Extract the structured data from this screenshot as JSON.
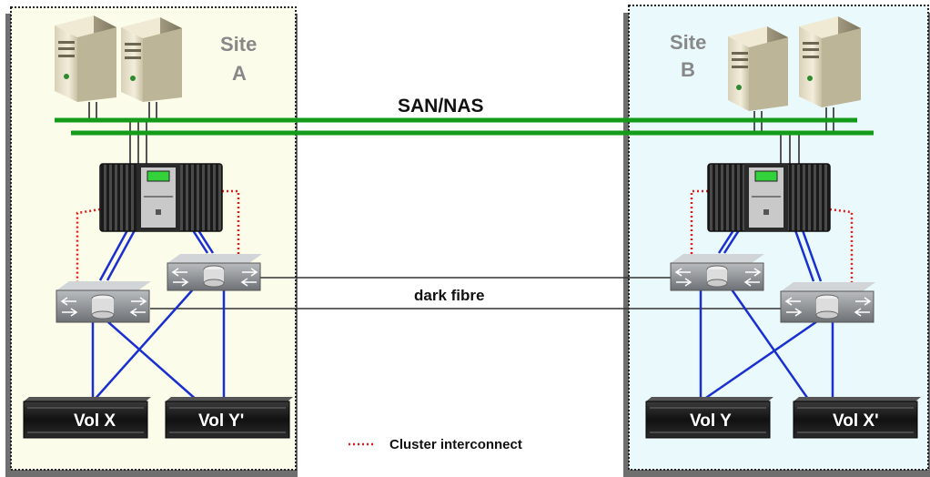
{
  "sites": [
    {
      "line1": "Site",
      "line2": "A",
      "background": "#fcfceb"
    },
    {
      "line1": "Site",
      "line2": "B",
      "background": "#eafafc"
    }
  ],
  "network": {
    "label": "SAN/NAS",
    "color": "#139b19"
  },
  "dark_fibre": {
    "label": "dark fibre"
  },
  "volumes": {
    "vol_x": "Vol X",
    "vol_y_prime": "Vol Y'",
    "vol_y": "Vol Y",
    "vol_x_prime": "Vol X'"
  },
  "legend": {
    "label": "Cluster interconnect",
    "color": "#e41b1b"
  },
  "colors": {
    "fc_link": "#1a2fd0",
    "interconnect": "#e41b1b"
  }
}
